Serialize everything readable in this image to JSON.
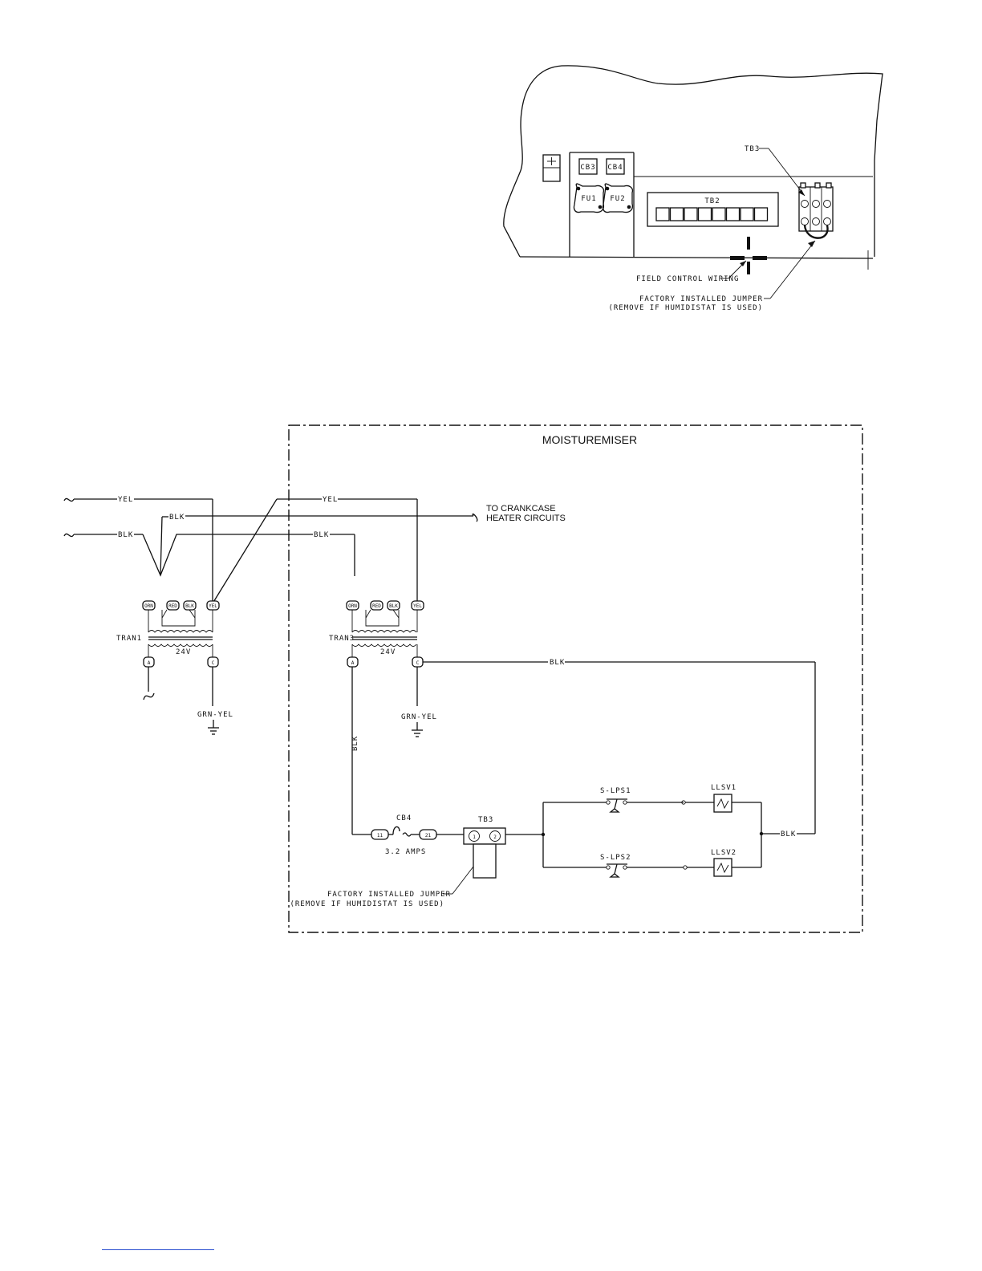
{
  "panel": {
    "cb3": "CB3",
    "cb4": "CB4",
    "fu1": "FU1",
    "fu2": "FU2",
    "tb2": "TB2",
    "tb3": "TB3",
    "field_wiring": "FIELD CONTROL WIRING",
    "jumper_line1": "FACTORY INSTALLED JUMPER",
    "jumper_line2": "(REMOVE IF HUMIDISTAT IS USED)"
  },
  "schematic": {
    "title": "MOISTUREMISER",
    "crankcase_line1": "TO CRANKCASE",
    "crankcase_line2": "HEATER CIRCUITS",
    "wires": {
      "yel": "YEL",
      "blk": "BLK",
      "grn_yel": "GRN-YEL"
    },
    "tran1": "TRAN1",
    "tran3": "TRAN3",
    "voltage": "24V",
    "taps": [
      "ORN",
      "RED",
      "BLK",
      "YEL"
    ],
    "term_a": "A",
    "term_c": "C",
    "cb4": "CB4",
    "cb4_rating": "3.2 AMPS",
    "cb4_in": "11",
    "cb4_out": "21",
    "tb3": "TB3",
    "tb3_t1": "1",
    "tb3_t2": "2",
    "slps1": "S-LPS1",
    "slps2": "S-LPS2",
    "llsv1": "LLSV1",
    "llsv2": "LLSV2",
    "jumper_line1": "FACTORY INSTALLED JUMPER",
    "jumper_line2": "(REMOVE IF HUMIDISTAT IS USED)"
  }
}
